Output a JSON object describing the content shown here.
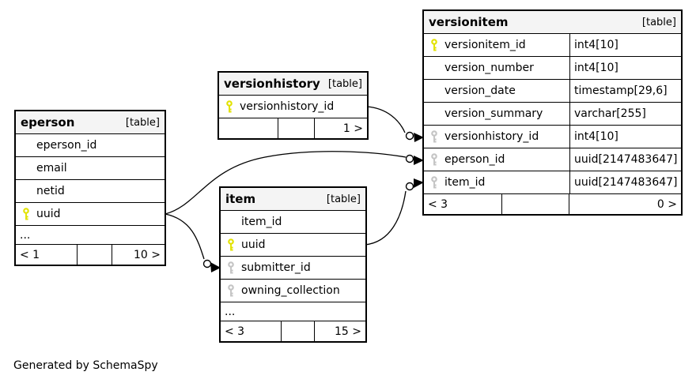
{
  "diagram": {
    "generated_note": "Generated by SchemaSpy"
  },
  "colors": {
    "primary_key_icon": "#e2e200",
    "foreign_key_icon": "#c4c4c4",
    "header_background": "#f4f4f4",
    "table_border": "#000000",
    "background": "#ffffff"
  },
  "tables": {
    "eperson": {
      "name": "eperson",
      "tag": "[table]",
      "columns": [
        {
          "name": "eperson_id",
          "key": "none"
        },
        {
          "name": "email",
          "key": "none"
        },
        {
          "name": "netid",
          "key": "none"
        },
        {
          "name": "uuid",
          "key": "primary"
        },
        {
          "name": "...",
          "key": "none"
        }
      ],
      "footer_left": "< 1",
      "footer_middle": "",
      "footer_right": "10 >"
    },
    "versionhistory": {
      "name": "versionhistory",
      "tag": "[table]",
      "columns": [
        {
          "name": "versionhistory_id",
          "key": "primary"
        }
      ],
      "footer_left": "",
      "footer_middle": "",
      "footer_right": "1 >"
    },
    "item": {
      "name": "item",
      "tag": "[table]",
      "columns": [
        {
          "name": "item_id",
          "key": "none"
        },
        {
          "name": "uuid",
          "key": "primary"
        },
        {
          "name": "submitter_id",
          "key": "foreign"
        },
        {
          "name": "owning_collection",
          "key": "foreign"
        },
        {
          "name": "...",
          "key": "none"
        }
      ],
      "footer_left": "< 3",
      "footer_middle": "",
      "footer_right": "15 >"
    },
    "versionitem": {
      "name": "versionitem",
      "tag": "[table]",
      "columns": [
        {
          "name": "versionitem_id",
          "type": "int4[10]",
          "key": "primary"
        },
        {
          "name": "version_number",
          "type": "int4[10]",
          "key": "none"
        },
        {
          "name": "version_date",
          "type": "timestamp[29,6]",
          "key": "none"
        },
        {
          "name": "version_summary",
          "type": "varchar[255]",
          "key": "none"
        },
        {
          "name": "versionhistory_id",
          "type": "int4[10]",
          "key": "foreign"
        },
        {
          "name": "eperson_id",
          "type": "uuid[2147483647]",
          "key": "foreign"
        },
        {
          "name": "item_id",
          "type": "uuid[2147483647]",
          "key": "foreign"
        }
      ],
      "footer_left": "< 3",
      "footer_middle": "",
      "footer_right": "0 >"
    }
  },
  "relationships": [
    {
      "from": "versionhistory.versionhistory_id",
      "to": "versionitem.versionhistory_id"
    },
    {
      "from": "eperson.uuid",
      "to": "versionitem.eperson_id"
    },
    {
      "from": "item.uuid",
      "to": "versionitem.item_id"
    },
    {
      "from": "eperson.uuid",
      "to": "item.submitter_id"
    }
  ]
}
